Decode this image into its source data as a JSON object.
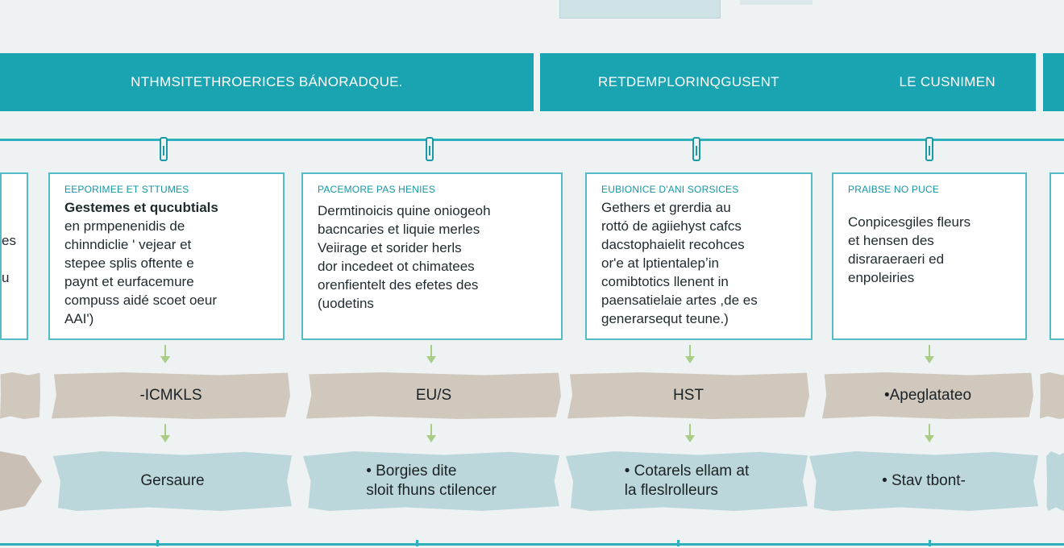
{
  "headers": [
    {
      "text": "NTHMSITETHROERICES BÁNORADQUE."
    },
    {
      "text": "RETDEMPLORINQGUSENT"
    },
    {
      "text": "LE CUSNIMEN"
    }
  ],
  "cards": [
    {
      "caption": "",
      "bold": "",
      "text": "es\nu"
    },
    {
      "caption": "EEPORIMEE ET STTUMES",
      "bold": "Gestemes et qucubtials",
      "text": "en prmpenenidis de\nchinndiclie ' vejear et\nstepee splis oftente e\npaynt et eurfacemure\ncompuss aidé scoet oeur\nAAI')"
    },
    {
      "caption": "PACEMORE PAS HENIES",
      "bold": "",
      "text": "Dermtinoicis quine oniogeoh\nbacncaries et liquie merles\nVeiirage et sorider herls\ndor incedeet ot chimatees\norenfientelt des efetes des\n(uodetins"
    },
    {
      "caption": "EUBIONICE D'ANI SORSICES",
      "bold": "",
      "text": "Gethers et grerdia au\nrottó de agiiehyst cafcs\ndacstophaielit recohces\nor'e at lptientalepʼin\ncomibtotics llenent in\npaensatielaie artes ,de es\ngenerarsequt teune.)"
    },
    {
      "caption": "PRAIBSE NO PUCE",
      "bold": "",
      "text": "Conpicesgiles fleurs\net hensen des\ndisraraeraeri ed\nenpoleiries"
    },
    {
      "caption": "",
      "bold": "",
      "text": ""
    }
  ],
  "labels": [
    "",
    "-ICMKLS",
    "EU/S",
    "HST",
    "•Apeglatateo",
    ""
  ],
  "outcomes": [
    "",
    "Gersaure",
    "• Borgies dite\nsloit fhuns ctilencer",
    "• Cotarels ellam at\nla fleslrolleurs",
    "• Stav tbont-",
    ""
  ]
}
